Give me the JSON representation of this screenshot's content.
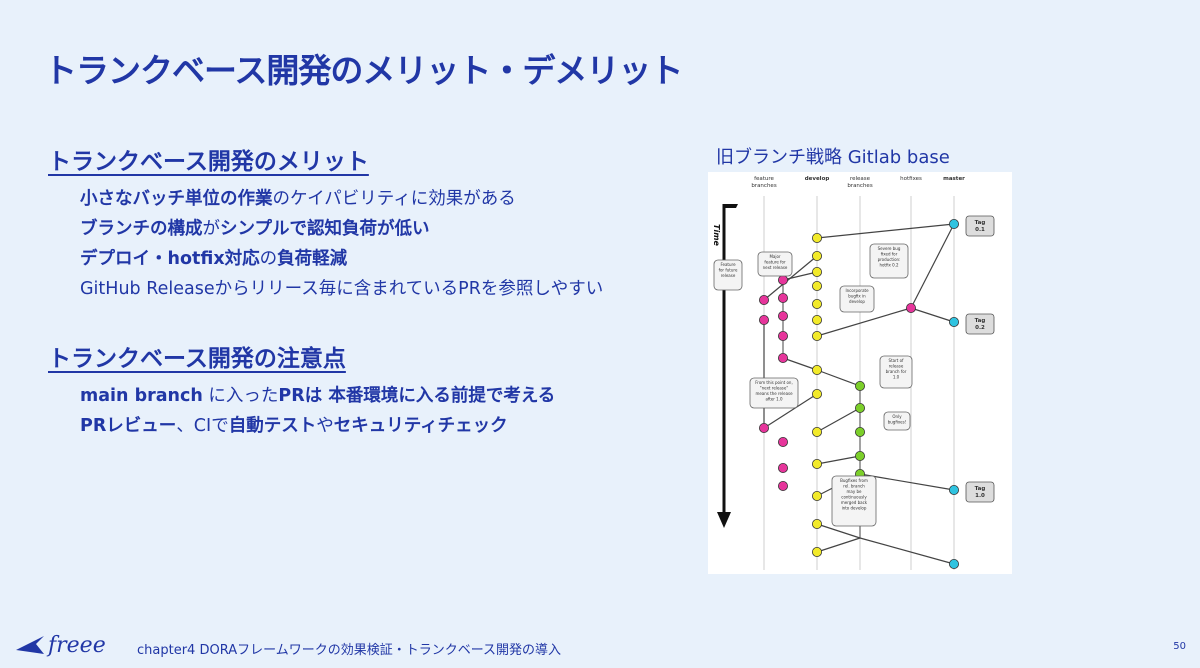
{
  "slide": {
    "title": "トランクベース開発のメリット・デメリット",
    "merits": {
      "heading": "トランクベース開発のメリット",
      "items": [
        {
          "a": "小さなバッチ単位の作業",
          "b": "のケイパビリティに効果がある"
        },
        {
          "a": "ブランチの構成",
          "b": "が",
          "c": "シンプルで認知負荷が低い"
        },
        {
          "a": "デプロイ・hotfix対応",
          "b": "の",
          "c": "負荷軽減"
        },
        {
          "a": "GitHub Releaseからリリース毎に含まれているPRを参照しやすい"
        }
      ]
    },
    "cautions": {
      "heading": "トランクベース開発の注意点",
      "items": [
        {
          "a": "main branch",
          "b": " に入った",
          "c": "PRは 本番環境に入る前提で考える"
        },
        {
          "a": "PRレビュー",
          "b": "、CIで",
          "c": "自動テスト",
          "d": "や",
          "e": "セキュリティチェック"
        }
      ]
    }
  },
  "diagram": {
    "caption": "旧ブランチ戦略 Gitlab base",
    "columns": [
      "feature\nbranches",
      "develop",
      "release\nbranches",
      "hotfixes",
      "master"
    ],
    "time_label": "Time",
    "tags": [
      "Tag\n0.1",
      "Tag\n0.2",
      "Tag\n1.0"
    ],
    "notes": [
      "Feature\nfor future\nrelease",
      "Major\nfeature for\nnext release",
      "Severe bug\nfixed for\nproduction:\nhotfix 0.2",
      "Incorporate\nbugfix in\ndevelop",
      "Start of\nrelease\nbranch for\n1.0",
      "From this point on,\n\"next release\"\nmeans the release\nafter 1.0",
      "Only\nbugfixes!",
      "Bugfixes from\nrel. branch\nmay be\ncontinuously\nmerged back\ninto develop"
    ],
    "colors": {
      "feature": "#e6359b",
      "develop": "#f2ea2a",
      "release": "#7ccf2a",
      "master": "#2fc3e0"
    }
  },
  "footer": {
    "logo": "freee",
    "text": "chapter4 DORAフレームワークの効果検証・トランクベース開発の導入",
    "page": "50"
  }
}
